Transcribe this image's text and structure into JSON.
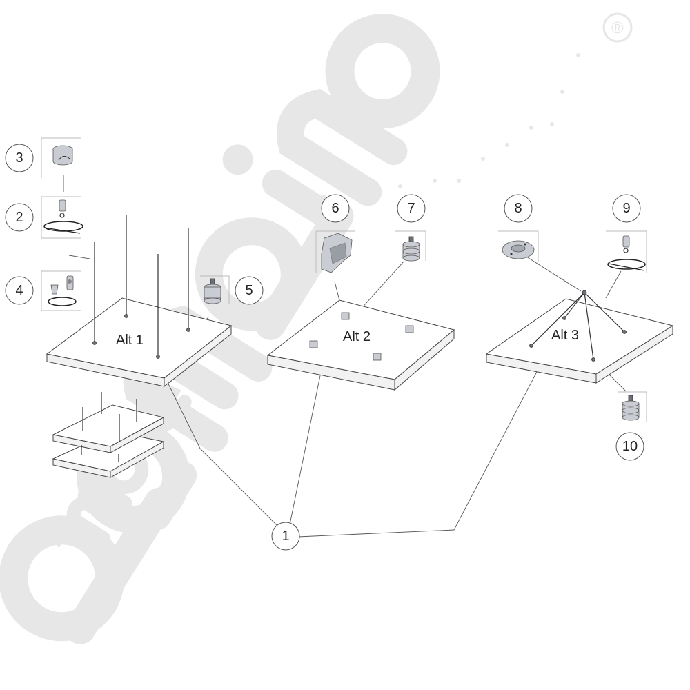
{
  "panels": {
    "alt1": "Alt 1",
    "alt2": "Alt 2",
    "alt3": "Alt 3"
  },
  "callouts": {
    "c1": "1",
    "c2": "2",
    "c3": "3",
    "c4": "4",
    "c5": "5",
    "c6": "6",
    "c7": "7",
    "c8": "8",
    "c9": "9",
    "c10": "10"
  },
  "watermark": {
    "brand": "moje bambino",
    "registered_mark": "®"
  },
  "colors": {
    "watermark": "#e6e6e6",
    "line": "#555555",
    "panel_fill": "#ffffff"
  },
  "icons": [
    "ceiling-cup-icon",
    "wire-hook-icon",
    "spring-clip-icon",
    "damper-icon",
    "grid-clamp-icon",
    "ceiling-plate-icon"
  ]
}
